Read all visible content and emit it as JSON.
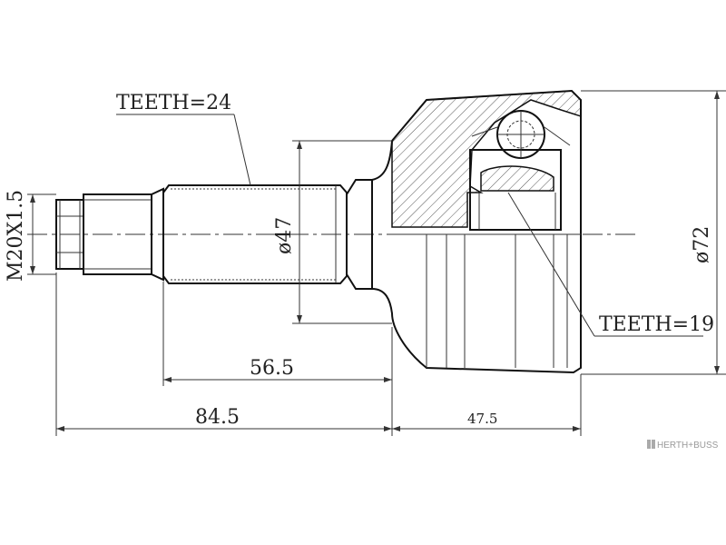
{
  "labels": {
    "teeth_outer": "TEETH=24",
    "teeth_inner": "TEETH=19",
    "thread": "M20X1.5",
    "dia_shaft": "ø47",
    "dia_housing": "ø72",
    "len_shaft": "56.5",
    "len_total": "84.5",
    "len_housing": "47.5"
  },
  "brand": {
    "logo_text": "HERTH+BUSS"
  }
}
